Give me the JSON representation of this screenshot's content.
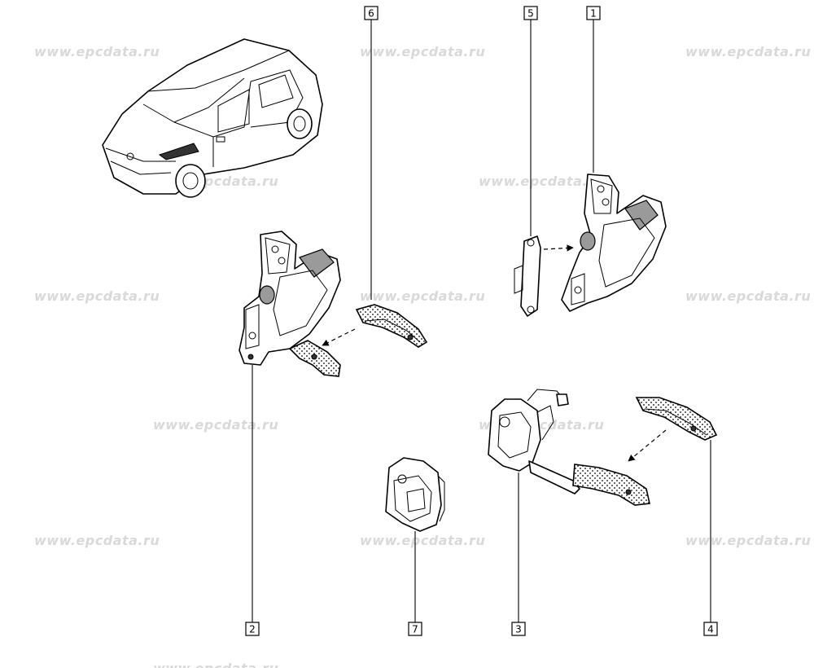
{
  "watermark": "www.epcdata.ru",
  "callouts": {
    "c1": "1",
    "c2": "2",
    "c3": "3",
    "c4": "4",
    "c5": "5",
    "c6": "6",
    "c7": "7"
  }
}
